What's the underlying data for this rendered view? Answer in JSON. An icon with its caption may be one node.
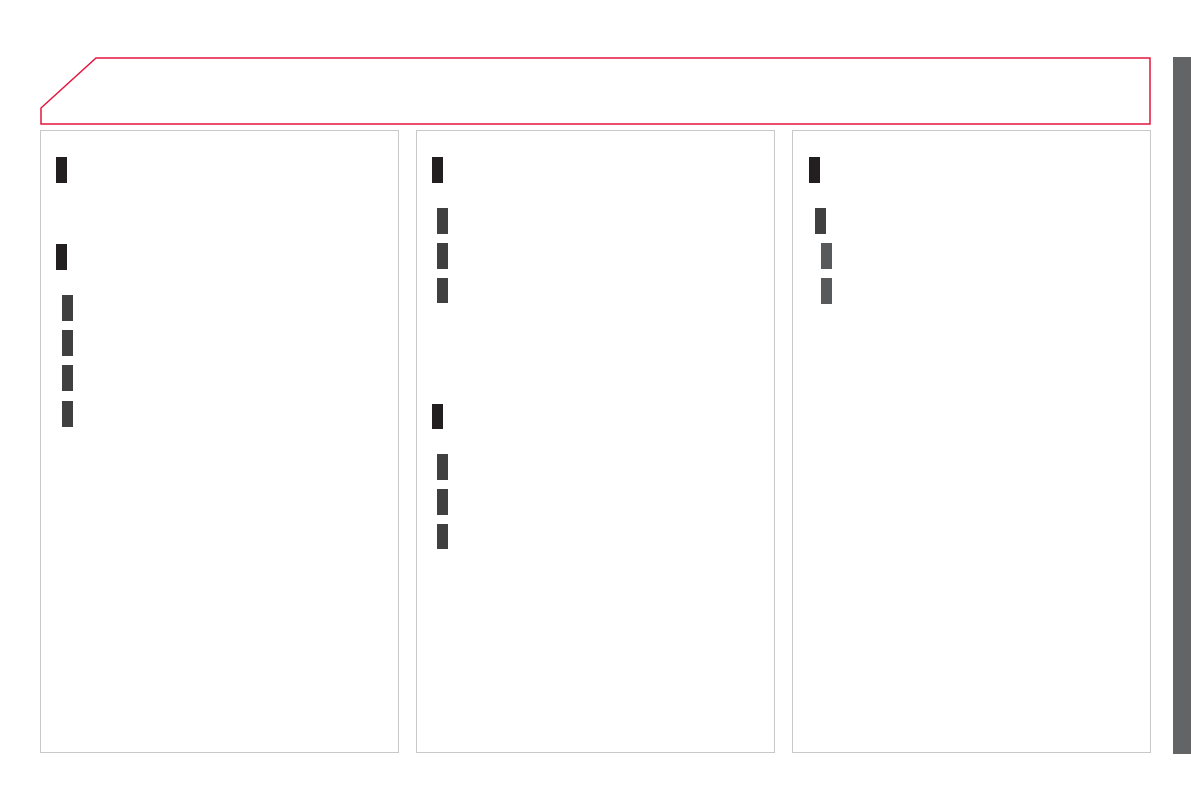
{
  "diagram": {
    "nodes": [
      {
        "text": [],
        "shape": "box"
      },
      {
        "text": [],
        "shape": "box"
      },
      {
        "text": [],
        "shape": "bar",
        "in": 1
      },
      {
        "text": [],
        "shape": "bar",
        "in": 1
      },
      {
        "text": [],
        "shape": "bar",
        "in": 1
      },
      {
        "text": [],
        "shape": "bar",
        "in": 1
      },
      {
        "text": [],
        "shape": "bar",
        "in": 1
      },
      {
        "text": [],
        "shape": "bar",
        "in": 1
      },
      {
        "text": [],
        "shape": "box"
      },
      {
        "text": [],
        "shape": "bar",
        "in": 8
      },
      {
        "text": [],
        "shape": "bar",
        "in": 8
      },
      {
        "text": [],
        "shape": "bar",
        "in": 8
      },
      {
        "text": [],
        "shape": "bar",
        "in": 8
      },
      {
        "text": [],
        "shape": "bar",
        "in": 8
      },
      {
        "text": [],
        "shape": "bar",
        "in": 8
      },
      {
        "text": [],
        "shape": "bar",
        "in": 8
      },
      {
        "text": [],
        "shape": "bar",
        "in": 8
      },
      {
        "text": [],
        "shape": "box"
      },
      {
        "text": [],
        "shape": "bar",
        "in": 17
      },
      {
        "text": [],
        "shape": "bar",
        "in": 17
      },
      {
        "text": [],
        "shape": "bar",
        "in": 17
      },
      {
        "text": [],
        "shape": "bar",
        "in": 17
      },
      {
        "text": [],
        "shape": "bar"
      }
    ]
  }
}
